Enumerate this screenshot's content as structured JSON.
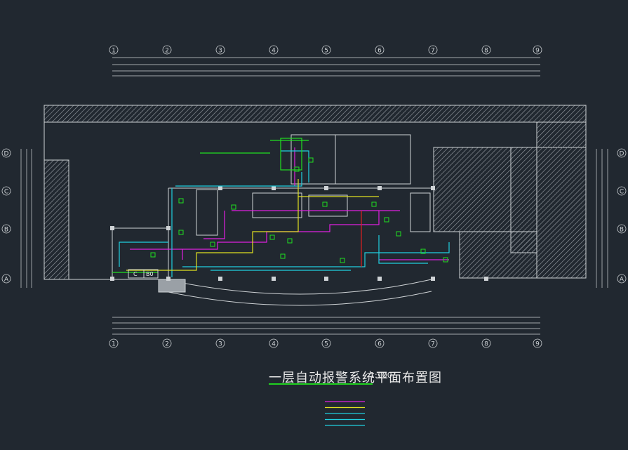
{
  "drawing": {
    "title": "一层自动报警系统平面布置图",
    "scale": "1:100",
    "colors": {
      "background": "#212830",
      "lines": "#cfd3d6",
      "magenta": "#e020e0",
      "cyan": "#20d0e0",
      "yellow": "#e0e020",
      "green": "#20e020",
      "red": "#e02020",
      "hatch": "#9aa0a6"
    }
  },
  "grid": {
    "columns": [
      "1",
      "2",
      "3",
      "4",
      "5",
      "6",
      "7",
      "8",
      "9"
    ],
    "rows_left": [
      "D",
      "C",
      "B",
      "A"
    ],
    "rows_right": [
      "D",
      "C",
      "B",
      "A"
    ]
  },
  "labels": {
    "panel_c": "C",
    "panel_b0": "B0"
  },
  "legend": {
    "entries": [
      {
        "color": "magenta"
      },
      {
        "color": "yellow"
      },
      {
        "color": "cyan"
      },
      {
        "color": "cyan"
      },
      {
        "color": "cyan"
      }
    ]
  }
}
